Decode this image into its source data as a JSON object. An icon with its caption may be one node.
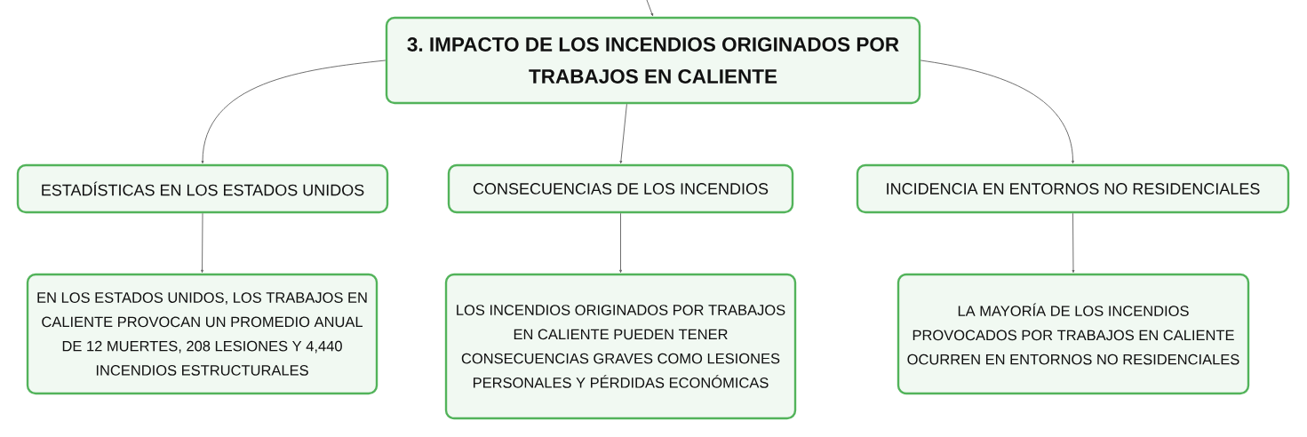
{
  "diagram": {
    "nodes": [
      {
        "text": [
          "3. IMPACTO DE LOS INCENDIOS ORIGINADOS POR TRABAJOS EN CALIENTE"
        ]
      },
      {
        "text": [
          "ESTADÍSTICAS EN LOS ESTADOS UNIDOS"
        ]
      },
      {
        "text": [
          "CONSECUENCIAS DE LOS INCENDIOS"
        ]
      },
      {
        "text": [
          "INCIDENCIA EN ENTORNOS NO RESIDENCIALES"
        ]
      },
      {
        "text": [
          "EN LOS ESTADOS UNIDOS, LOS TRABAJOS EN CALIENTE PROVOCAN UN PROMEDIO ANUAL DE 12 MUERTES, 208 LESIONES Y 4,440 INCENDIOS ESTRUCTURALES"
        ]
      },
      {
        "text": [
          "LOS INCENDIOS ORIGINADOS POR TRABAJOS EN CALIENTE PUEDEN TENER CONSECUENCIAS GRAVES COMO LESIONES PERSONALES Y PÉRDIDAS ECONÓMICAS"
        ]
      },
      {
        "text": [
          "LA MAYORÍA DE LOS INCENDIOS PROVOCADOS POR TRABAJOS EN CALIENTE OCURREN EN ENTORNOS NO RESIDENCIALES"
        ]
      }
    ],
    "edges": [
      {
        "from": null,
        "to": 0,
        "arrow": "to"
      },
      {
        "from": 0,
        "to": 1,
        "arrow": "to"
      },
      {
        "from": 0,
        "to": 2,
        "arrow": "to"
      },
      {
        "from": 0,
        "to": 3,
        "arrow": "to"
      },
      {
        "from": 1,
        "to": 4,
        "arrow": "to"
      },
      {
        "from": 2,
        "to": 5,
        "arrow": "to"
      },
      {
        "from": 3,
        "to": 6,
        "arrow": "to"
      }
    ]
  }
}
